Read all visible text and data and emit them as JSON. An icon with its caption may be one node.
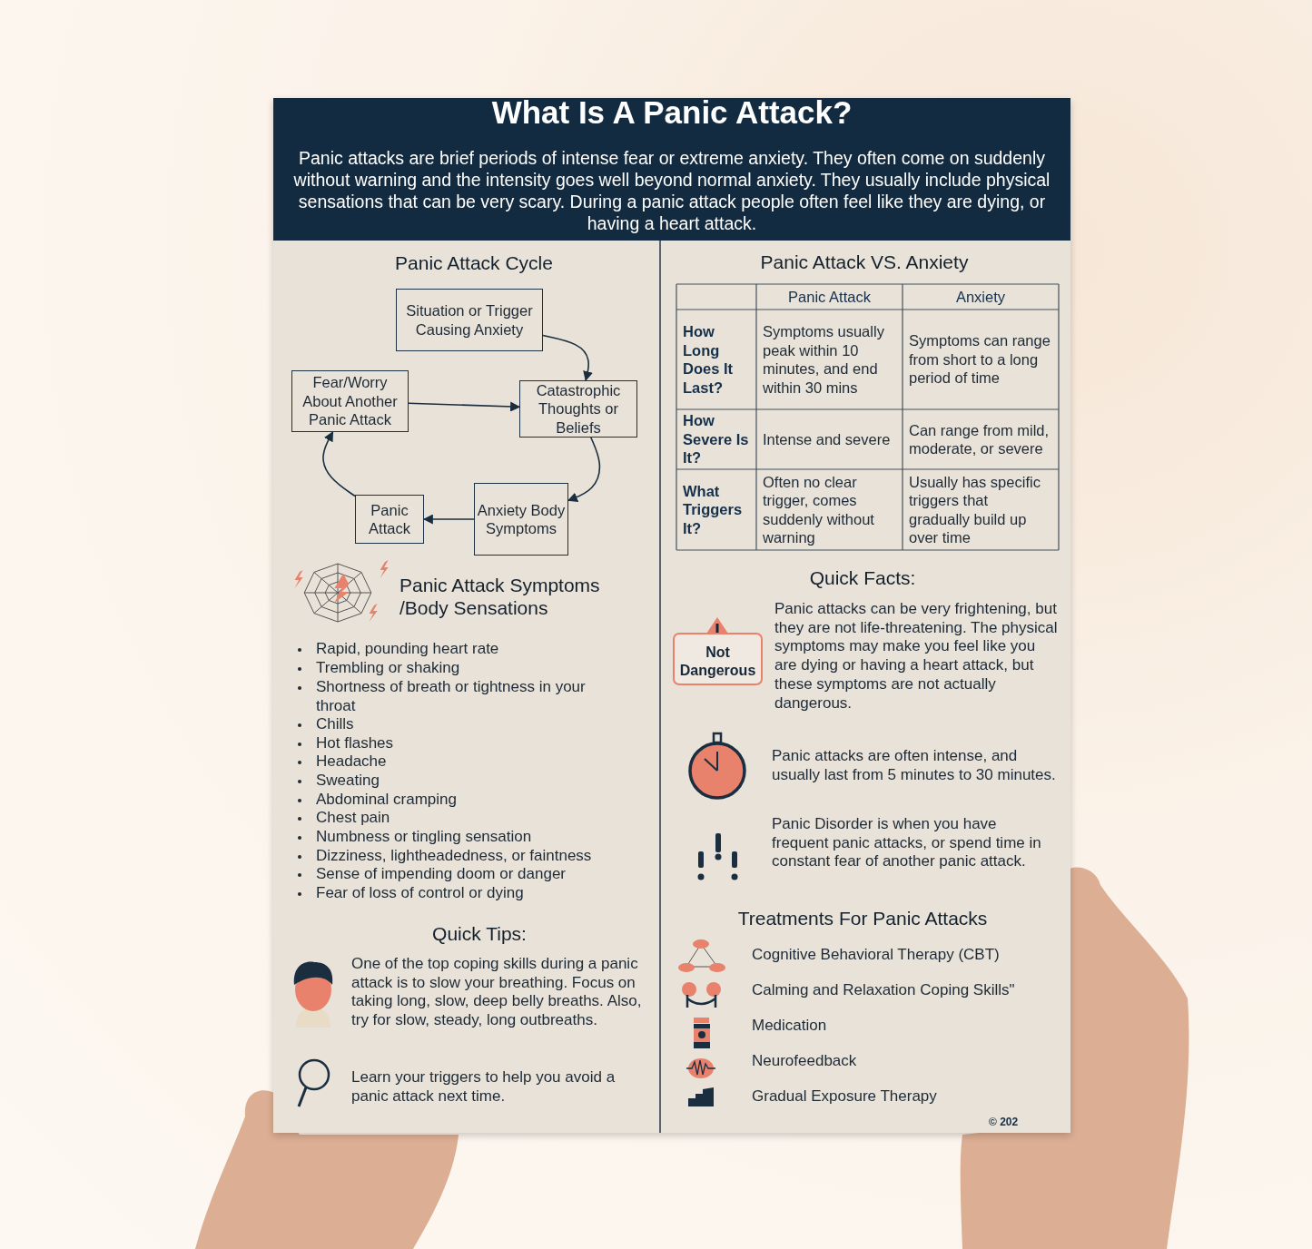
{
  "diagram": {
    "title": "What Is A Panic Attack?",
    "nodes": [
      {
        "text": [
          "Situation or Trigger Causing Anxiety"
        ]
      },
      {
        "text": [
          "Fear/Worry About Another Panic Attack"
        ]
      },
      {
        "text": [
          "Catastrophic Thoughts or Beliefs"
        ]
      },
      {
        "text": [
          "Panic Attack"
        ]
      },
      {
        "text": [
          "Anxiety Body Symptoms"
        ]
      }
    ],
    "edges": [
      {
        "from": 0,
        "to": 2,
        "arrow": "to"
      },
      {
        "from": 1,
        "to": 2,
        "arrow": "to"
      },
      {
        "from": 2,
        "to": 4,
        "arrow": "to"
      },
      {
        "from": 4,
        "to": 3,
        "arrow": "to"
      },
      {
        "from": 3,
        "to": 1,
        "arrow": "to"
      }
    ],
    "labels": [
      "Panic attacks are brief periods of intense fear or extreme anxiety.  They often come on suddenly without warning and the intensity goes well beyond normal anxiety. They usually include physical sensations that can be very scary.  During a panic attack people often feel like they are dying, or having a heart attack.",
      "Panic Attack Cycle",
      "Panic Attack VS. Anxiety",
      "Panic Attack",
      "Anxiety",
      "How Long Does It Last?",
      "Symptoms usually peak within 10 minutes, and end within 30 mins",
      "Symptoms can range from short to a long period of time",
      "How Severe Is It?",
      "Intense and severe",
      "Can range from mild, moderate, or severe",
      "What Triggers It?",
      "Often no clear trigger, comes suddenly without warning",
      "Usually has specific triggers that gradually build up over time",
      "Panic Attack Symptoms /Body Sensations",
      "Rapid, pounding heart rate",
      "Trembling or shaking",
      "Shortness of breath or tightness in your throat",
      "Chills",
      "Hot flashes",
      "Headache",
      "Sweating",
      "Abdominal cramping",
      "Chest pain",
      "Numbness or tingling sensation",
      "Dizziness, lightheadedness, or faintness",
      "Sense of impending doom or danger",
      "Fear of loss of control or dying",
      "Quick Facts:",
      "Not Dangerous",
      "Panic attacks can be very frightening, but they are not life-threatening.  The physical symptoms may make you feel like you are dying or having a heart attack, but these symptoms are not actually dangerous.",
      "Panic attacks are often intense, and usually last from 5 minutes to 30 minutes.",
      "Panic Disorder is when you have frequent panic attacks, or spend time in constant fear of another panic attack.",
      "Quick Tips:",
      "One of the top coping skills during a panic attack is to slow your breathing. Focus on taking long, slow, deep belly breaths.  Also, try for slow, steady, long outbreaths.",
      "Learn your triggers to help you avoid a panic attack next time.",
      "Treatments For Panic Attacks",
      "Cognitive Behavioral Therapy (CBT)",
      "Calming and Relaxation Coping Skills\"",
      "Medication",
      "Neurofeedback",
      "Gradual Exposure Therapy",
      "© 202"
    ]
  }
}
